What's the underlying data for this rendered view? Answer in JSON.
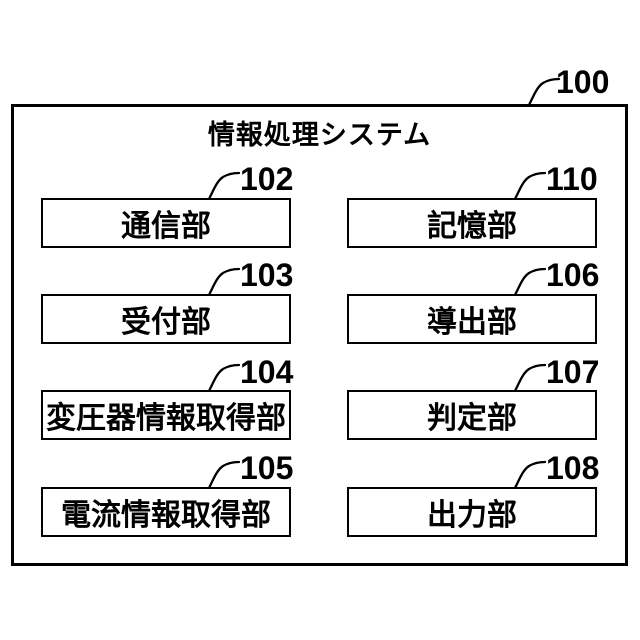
{
  "figure": {
    "title": "情報処理システム",
    "outer_ref": "100",
    "left_column": [
      {
        "ref": "102",
        "label": "通信部"
      },
      {
        "ref": "103",
        "label": "受付部"
      },
      {
        "ref": "104",
        "label": "変圧器情報取得部"
      },
      {
        "ref": "105",
        "label": "電流情報取得部"
      }
    ],
    "right_column": [
      {
        "ref": "110",
        "label": "記憶部"
      },
      {
        "ref": "106",
        "label": "導出部"
      },
      {
        "ref": "107",
        "label": "判定部"
      },
      {
        "ref": "108",
        "label": "出力部"
      }
    ],
    "colors": {
      "line": "#000000",
      "background": "#ffffff"
    }
  }
}
